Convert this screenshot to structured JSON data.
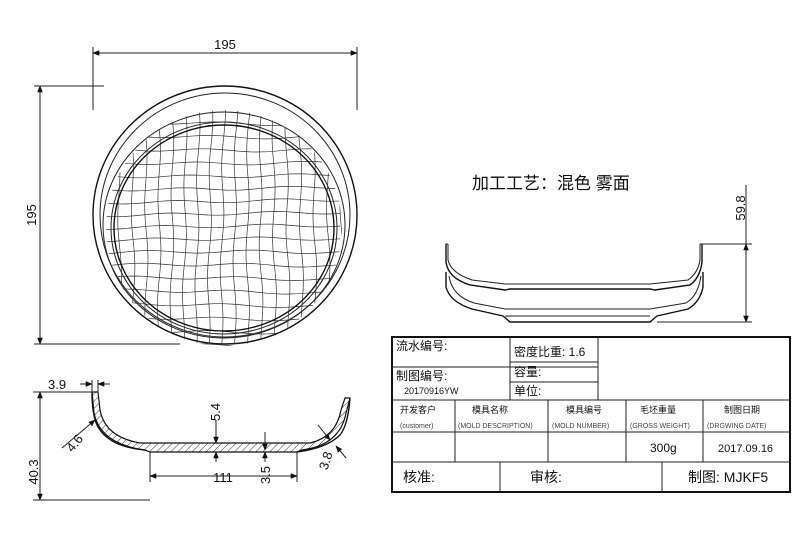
{
  "dimensions": {
    "top_width": "195",
    "top_height": "195",
    "side_height": "59.8",
    "rim_thickness_top": "3.9",
    "rim_thickness_side": "4.6",
    "base_thickness": "5.4",
    "total_height": "40.3",
    "foot_width": "111",
    "foot_height": "3.5",
    "wall_thickness": "3.8"
  },
  "process_note": "加工工艺：混色   雾面",
  "title_block": {
    "serial_no_label": "流水编号:",
    "density_label": "密度比重: 1.6",
    "drawing_no_label": "制图编号:",
    "drawing_no_value": "20170916YW",
    "capacity_label": "容量:",
    "unit_label": "单位:",
    "customer_label": "开发客户",
    "customer_label_en": "(customer)",
    "mold_desc_label": "模具名称",
    "mold_desc_label_en": "(MOLD DESCRIPTION)",
    "mold_no_label": "模具编号",
    "mold_no_label_en": "(MOLD NUMBER)",
    "gross_weight_label": "毛坯重量",
    "gross_weight_label_en": "(GROSS WEIGHT)",
    "drawing_date_label": "制图日期",
    "drawing_date_label_en": "(DRGWING DATE)",
    "gross_weight_value": "300g",
    "drawing_date_value": "2017.09.16",
    "approve_label": "核准:",
    "review_label": "审核:",
    "drawer_label": "制图: MJKF5"
  }
}
